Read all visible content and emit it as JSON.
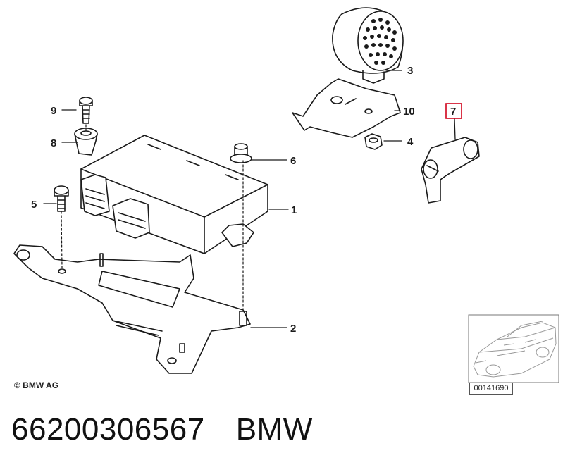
{
  "callouts": {
    "c1": "1",
    "c2": "2",
    "c3": "3",
    "c4": "4",
    "c5": "5",
    "c6": "6",
    "c7": "7",
    "c8": "8",
    "c9": "9",
    "c10": "10"
  },
  "highlight_color": "#d0021b",
  "copyright": "© BMW AG",
  "reference_number": "00141690",
  "part_number": "66200306567",
  "brand": "BMW"
}
